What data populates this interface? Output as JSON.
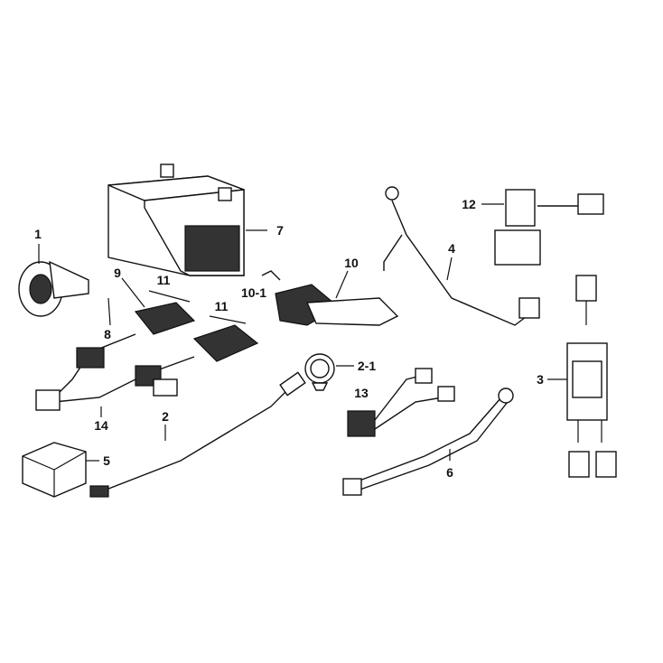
{
  "labels": {
    "p1": "1",
    "p2": "2",
    "p2_1": "2-1",
    "p3": "3",
    "p4": "4",
    "p5": "5",
    "p6": "6",
    "p7": "7",
    "p8": "8",
    "p9": "9",
    "p10": "10",
    "p10_1": "10-1",
    "p11a": "11",
    "p11b": "11",
    "p12": "12",
    "p13": "13",
    "p14": "14"
  }
}
